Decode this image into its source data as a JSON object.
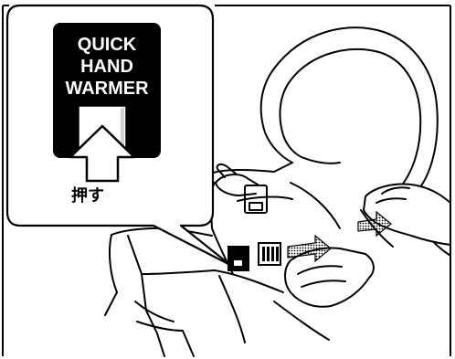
{
  "callout": {
    "label_lines": [
      "QUICK",
      "HAND",
      "WARMER"
    ],
    "push_text": "押す"
  },
  "colors": {
    "ink": "#000000",
    "paper": "#ffffff",
    "arrow_gray": "#8a8a8a"
  }
}
